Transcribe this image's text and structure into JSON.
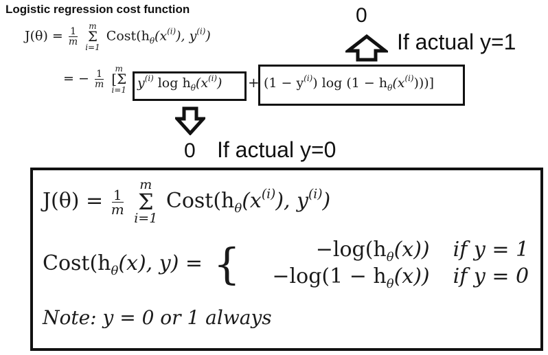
{
  "title": "Logistic regression cost function",
  "top_formula": {
    "line1": {
      "lhs": "J(θ) =",
      "frac_num": "1",
      "frac_den": "m",
      "sum_top": "m",
      "sum_sym": "Σ",
      "sum_bottom": "i=1",
      "body_a": "Cost(h",
      "body_sub": "θ",
      "body_b": "(x",
      "sup_i": "(i)",
      "body_c": "), y",
      "body_d": ")"
    },
    "line2": {
      "lhs": "= −",
      "frac_num": "1",
      "frac_den": "m",
      "sum_top": "m",
      "sum_sym": "[Σ",
      "sum_bottom": "i=1",
      "term1_a": "y",
      "term1_b": " log h",
      "term1_c": "(x",
      "term1_d": ")",
      "plus": "+",
      "term2_a": "(1 − y",
      "term2_b": ") log (1 − h",
      "term2_c": "(x",
      "term2_d": ")))]"
    }
  },
  "annotation_y1": {
    "zero": "0",
    "label": "If actual y=1"
  },
  "annotation_y0": {
    "zero": "0",
    "label": "If actual y=0"
  },
  "summary_box": {
    "j_line": {
      "lhs": "J(θ) =",
      "frac_num": "1",
      "frac_den": "m",
      "sum_top": "m",
      "sum_sym": "Σ",
      "sum_bottom": "i=1",
      "body": "Cost(h",
      "sub": "θ",
      "body2": "(x",
      "sup": "(i)",
      "body3": "), y",
      "body4": ")"
    },
    "cost_line": {
      "lhs_a": "Cost(h",
      "lhs_sub": "θ",
      "lhs_b": "(x), y) =",
      "brace": "{",
      "case1_expr": "−log(h",
      "case1_sub": "θ",
      "case1_end": "(x))",
      "case1_cond": "if y = 1",
      "case2_expr": "−log(1 − h",
      "case2_sub": "θ",
      "case2_end": "(x))",
      "case2_cond": "if y = 0"
    },
    "note": "Note: y = 0 or 1 always"
  }
}
